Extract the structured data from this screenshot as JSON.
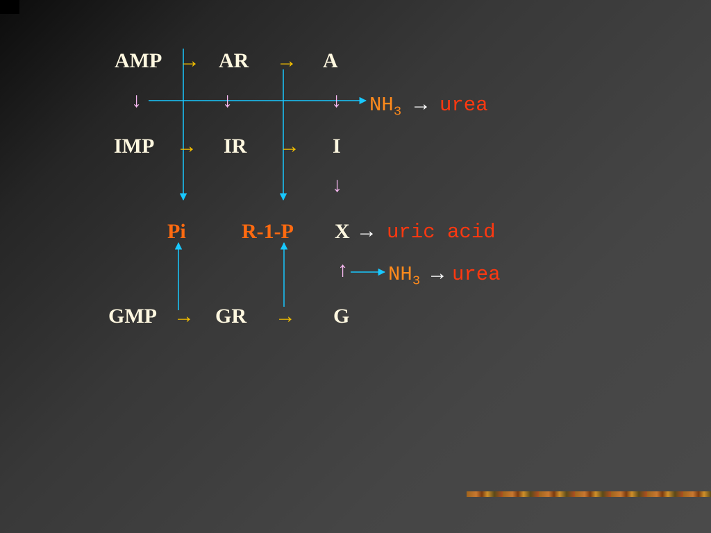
{
  "nodes": {
    "amp": "AMP",
    "ar": "AR",
    "a": "A",
    "imp": "IMP",
    "ir": "IR",
    "i": "I",
    "pi": "Pi",
    "r1p": "R-1-P",
    "x": "X",
    "gmp": "GMP",
    "gr": "GR",
    "g": "G"
  },
  "products": {
    "nh3_top": {
      "base": "NH",
      "sub": "3"
    },
    "urea_top": "urea",
    "uric_acid": "uric acid",
    "nh3_bottom": {
      "base": "NH",
      "sub": "3"
    },
    "urea_bottom": "urea"
  },
  "glyphs": {
    "right_arrow": "→",
    "down_arrow": "↓",
    "up_arrow": "↑"
  },
  "colors": {
    "node_text": "#fff8e0",
    "phosphorolysis_product": "#ff6a10",
    "nh3": "#ff8a1c",
    "end_product": "#ff3810",
    "pathway_arrow": "#f5c000",
    "deamination_arrow": "#f6b8f0",
    "connector_line": "#18c8ff"
  }
}
